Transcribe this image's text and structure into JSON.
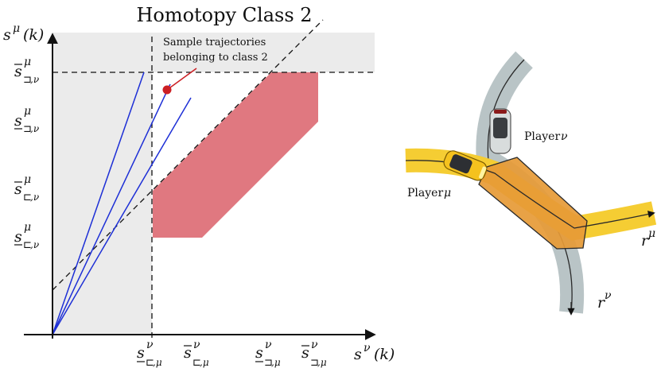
{
  "title": "Homotopy Class 2",
  "annotation": {
    "line1": "Sample trajectories",
    "line2": "belonging to class 2"
  },
  "axes": {
    "y": {
      "base": "s",
      "sup": "μ",
      "arg": "(k)"
    },
    "x": {
      "base": "s",
      "sup": "ν",
      "arg": "(k)"
    }
  },
  "y_ticks": [
    {
      "base": "s",
      "sup": "μ",
      "sub_sym": "⊐",
      "sub_var": ",ν",
      "bar": "over"
    },
    {
      "base": "s",
      "sup": "μ",
      "sub_sym": "⊐",
      "sub_var": ",ν",
      "bar": "under"
    },
    {
      "base": "s",
      "sup": "μ",
      "sub_sym": "⊏",
      "sub_var": ",ν",
      "bar": "over"
    },
    {
      "base": "s",
      "sup": "μ",
      "sub_sym": "⊏",
      "sub_var": ",ν",
      "bar": "under"
    }
  ],
  "x_ticks": [
    {
      "base": "s",
      "sup": "ν",
      "sub_sym": "⊏",
      "sub_var": ",μ",
      "bar": "under"
    },
    {
      "base": "s",
      "sup": "ν",
      "sub_sym": "⊏",
      "sub_var": ",μ",
      "bar": "over"
    },
    {
      "base": "s",
      "sup": "ν",
      "sub_sym": "⊐",
      "sub_var": ",μ",
      "bar": "under"
    },
    {
      "base": "s",
      "sup": "ν",
      "sub_sym": "⊐",
      "sub_var": ",μ",
      "bar": "over"
    }
  ],
  "scene": {
    "player_nu": {
      "label": "Player ",
      "var": "ν"
    },
    "player_mu": {
      "label": "Player ",
      "var": "μ"
    },
    "ref_mu": {
      "base": "r",
      "sup": "μ"
    },
    "ref_nu": {
      "base": "r",
      "sup": "ν"
    }
  },
  "colors": {
    "shade": "#ebebeb",
    "forbidden": "#e07880",
    "trajectory": "#1d2fd6",
    "marker": "#cc1f24",
    "road_gray": "#b9c4c6",
    "road_yellow": "#f5cd33",
    "overlap": "#e69a36"
  }
}
